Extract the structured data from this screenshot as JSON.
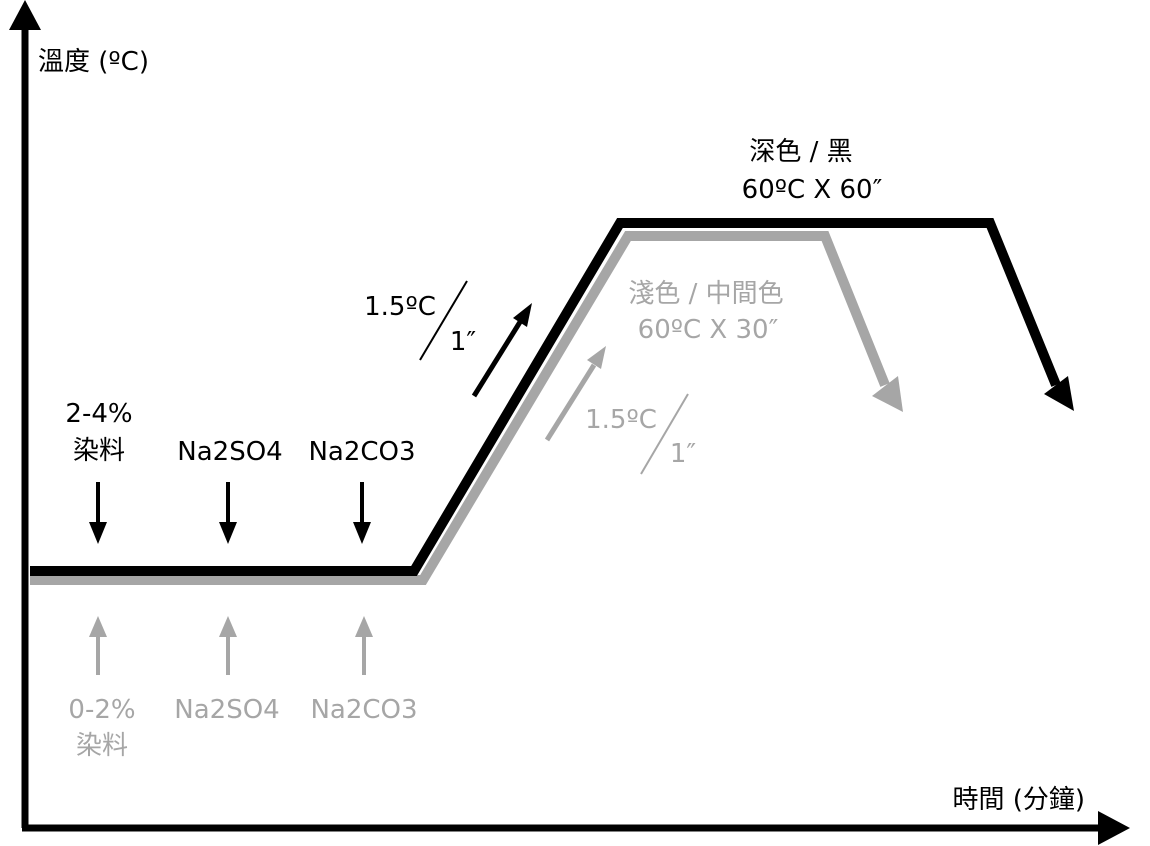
{
  "axes": {
    "y_label": "溫度 (ºC)",
    "x_label": "時間 (分鐘)"
  },
  "dark_process": {
    "color": "#000000",
    "dyes_pct": "2-4%",
    "dyes_word": "染料",
    "salt": "Na2SO4",
    "soda": "Na2CO3",
    "rate_top": "1.5ºC",
    "rate_bottom": "1″",
    "hold_title": "深色 / 黑",
    "hold_spec": "60ºC X 60″"
  },
  "light_process": {
    "color": "#a6a6a6",
    "dyes_pct": "0-2%",
    "dyes_word": "染料",
    "salt": "Na2SO4",
    "soda": "Na2CO3",
    "rate_top": "1.5ºC",
    "rate_bottom": "1″",
    "hold_title": "淺色 / 中間色",
    "hold_spec": "60ºC X 30″"
  }
}
